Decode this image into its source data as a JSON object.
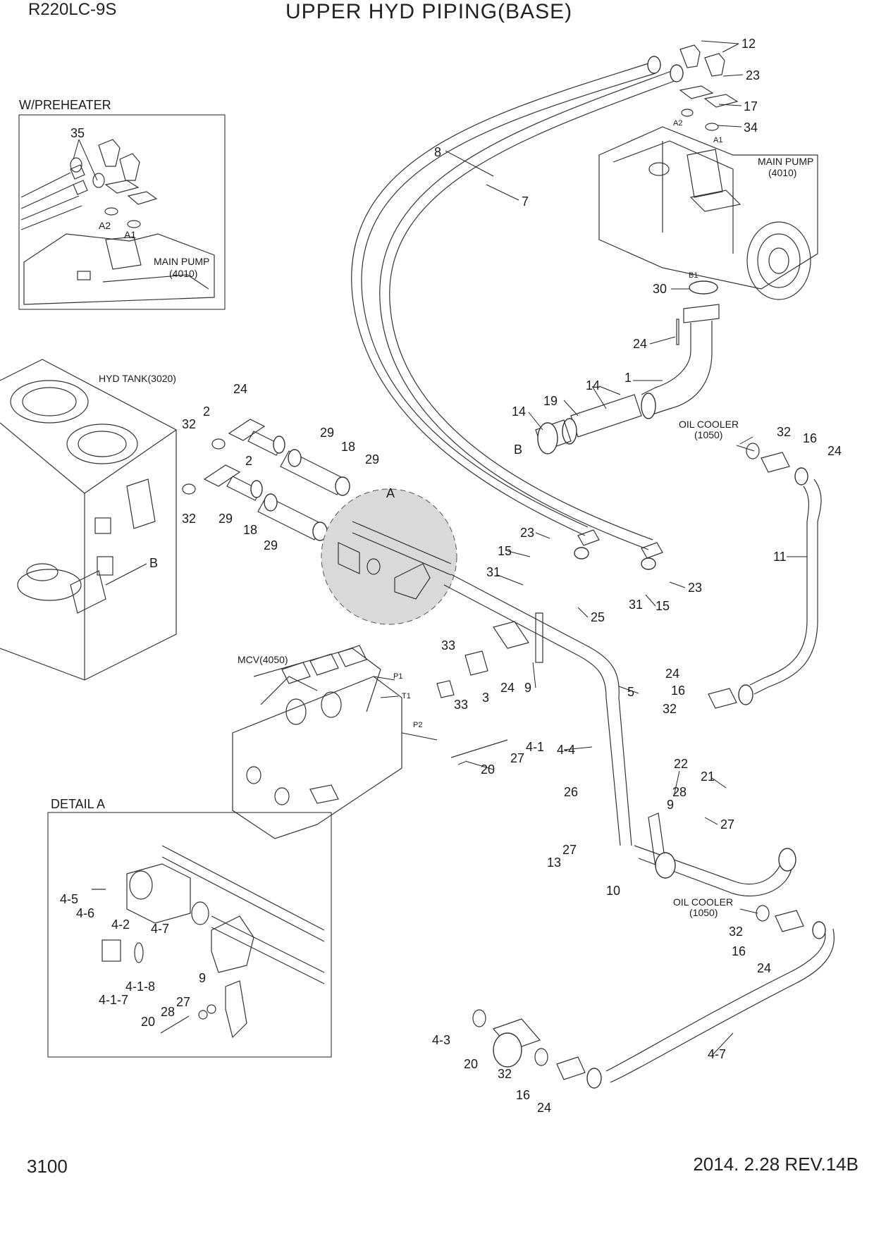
{
  "header": {
    "model": "R220LC-9S",
    "title": "UPPER HYD PIPING(BASE)"
  },
  "footer": {
    "page_number": "3100",
    "revision": "2014. 2.28  REV.14B"
  },
  "insets": {
    "preheater": {
      "title": "W/PREHEATER",
      "main_pump": "MAIN PUMP",
      "main_pump_code": "(4010)",
      "port_a1": "A1",
      "port_a2": "A2",
      "callouts": [
        "35"
      ]
    },
    "detail_a": {
      "title": "DETAIL A",
      "callouts": [
        "4-5",
        "4-6",
        "4-2",
        "4-7",
        "4-1-8",
        "4-1-7",
        "9",
        "27",
        "28",
        "20"
      ]
    }
  },
  "components": {
    "hyd_tank": "HYD TANK(3020)",
    "main_pump": "MAIN PUMP",
    "main_pump_code": "(4010)",
    "mcv": "MCV(4050)",
    "oil_cooler": "OIL COOLER",
    "oil_cooler_code": "(1050)",
    "detail_marker": "A",
    "port_b": "B",
    "port_a1": "A1",
    "port_a2": "A2",
    "port_b1": "B1",
    "port_p1": "P1",
    "port_p2": "P2",
    "port_t1": "T1"
  },
  "callouts": [
    "12",
    "23",
    "17",
    "34",
    "8",
    "7",
    "30",
    "24",
    "1",
    "14",
    "19",
    "32",
    "16",
    "11",
    "2",
    "29",
    "18",
    "23",
    "15",
    "31",
    "25",
    "33",
    "3",
    "9",
    "5",
    "22",
    "21",
    "28",
    "27",
    "4-1",
    "4-4",
    "26",
    "13",
    "10",
    "4-7",
    "4-3",
    "20"
  ],
  "colors": {
    "line": "#222222",
    "highlight_circle": "#d9d9d9",
    "background": "#ffffff"
  }
}
